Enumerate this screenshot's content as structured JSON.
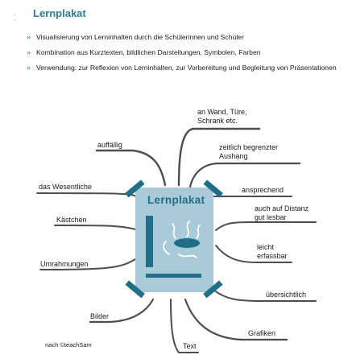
{
  "header": {
    "title": "Lernplakat"
  },
  "bullets": [
    "Visualisierung von Lerninhalten durch die Schülerinnen und Schüler",
    "Kombination aus Kurztexten, bildlichen Darstellungen, Symbolen, Farben",
    "Verwendung: zur Reflexion von Lerninhalten, zur Vorbereitung und Begleitung von Präsentationen"
  ],
  "bullet_marker": "»",
  "poster": {
    "title": "Lernplakat"
  },
  "labels": {
    "wand_1": "an Wand, Türe,",
    "wand_2": "Schrank etc.",
    "zeitlich_1": "zeitlich begrenzter",
    "zeitlich_2": "Aushang",
    "ansprechend": "ansprechend",
    "distanz_1": "auch auf Distanz",
    "distanz_2": "gut lesbar",
    "leicht_1": "leicht",
    "leicht_2": "erfassbar",
    "uebersichtlich": "übersichtlich",
    "grafiken": "Grafiken",
    "text": "Text",
    "bilder": "Bilder",
    "umrahmungen": "Umrahmungen",
    "kaestchen": "Kästchen",
    "wesentliche": "das Wesentliche",
    "auffaellig": "auffällig"
  },
  "footer": "nach ©teachSam",
  "colors": {
    "accent": "#2e7d95",
    "poster_bg": "#a9cbd8",
    "branch": "#4d4d4d"
  }
}
